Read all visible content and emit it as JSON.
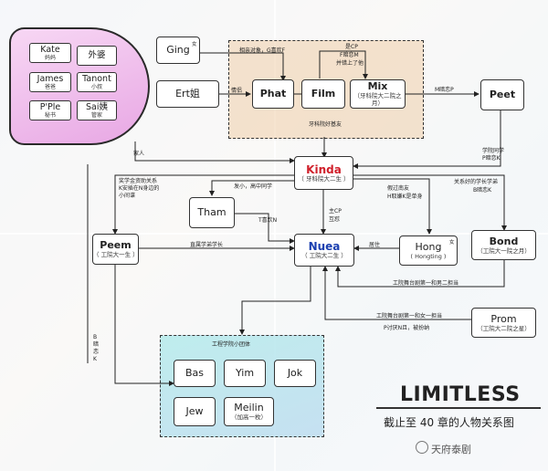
{
  "family_box": {
    "members": [
      {
        "name": "Kate",
        "sub": "妈妈"
      },
      {
        "name": "外婆",
        "sub": ""
      },
      {
        "name": "James",
        "sub": "爸爸"
      },
      {
        "name": "Tanont",
        "sub": "小叔"
      },
      {
        "name": "P'Ple",
        "sub": "秘书"
      },
      {
        "name": "Sai姨",
        "sub": "管家"
      }
    ]
  },
  "nodes": {
    "ging": {
      "name": "Ging",
      "tag": "女"
    },
    "ert": {
      "name": "Ert姐"
    },
    "phat": {
      "name": "Phat"
    },
    "film": {
      "name": "Film"
    },
    "mix": {
      "name": "Mix",
      "sub": "（牙科院大二院之月）"
    },
    "peet": {
      "name": "Peet"
    },
    "kinda": {
      "name": "Kinda",
      "sub": "（ 牙科院大二生 ）"
    },
    "tham": {
      "name": "Tham"
    },
    "peem": {
      "name": "Peem",
      "sub": "（ 工院大一生 ）"
    },
    "nuea": {
      "name": "Nuea",
      "sub": "（ 工院大二生 ）"
    },
    "hong": {
      "name": "Hong",
      "sub": "( Hongting )",
      "tag": "女"
    },
    "bond": {
      "name": "Bond",
      "sub": "（工院大一院之月）"
    },
    "prom": {
      "name": "Prom",
      "sub": "（工院大二院之星）"
    },
    "bas": {
      "name": "Bas"
    },
    "yim": {
      "name": "Yim"
    },
    "jok": {
      "name": "Jok"
    },
    "jew": {
      "name": "Jew"
    },
    "meilin": {
      "name": "Meilin",
      "sub": "（加高一枚）"
    }
  },
  "labels": {
    "ging_phat": "相亲对象，G喜欢F",
    "film_mix_1": "是CP",
    "film_mix_2": "F暗恋M",
    "film_mix_3": "并错上了他",
    "mix_peet": "M暗恋P",
    "ert_phat": "情侣",
    "warm_group": "牙科院好基友",
    "family_kinda": "家人",
    "peet_kinda_1": "学院同学",
    "peet_kinda_2": "P暗恋K",
    "peem_kinda_1": "奖学金资助关系",
    "peem_kinda_2": "K安插在N身边的",
    "peem_kinda_3": "小间谍",
    "tham_kinda": "发小，高中同学",
    "hong_kinda_1": "假过南友",
    "hong_kinda_2": "H取嫌K是单身",
    "bond_kinda_1": "关系好的学长学弟",
    "bond_kinda_2": "B暗恋K",
    "tham_nuea": "T喜欢N",
    "kinda_nuea": "主CP",
    "kinda_nuea_2": "互怼",
    "peem_nuea": "直属学弟学长",
    "hong_nuea": "居住",
    "bond_nuea": "工院舞台剧第一和男二担当",
    "prom_nuea_1": "工院舞台剧第一和女一担当",
    "prom_nuea_2": "P讨厌N且，被扮纳",
    "group_title": "工程学院小团体",
    "peem_bas_1": "B",
    "peem_bas_2": "暗",
    "peem_bas_3": "恋",
    "peem_bas_4": "K"
  },
  "title": {
    "main": "LIMITLESS",
    "sub": "截止至 40 章的人物关系图"
  },
  "watermark": "天府泰剧",
  "colors": {
    "kinda": "#d0202b",
    "nuea": "#1a3fb0",
    "blob": "#e8a7e4"
  }
}
